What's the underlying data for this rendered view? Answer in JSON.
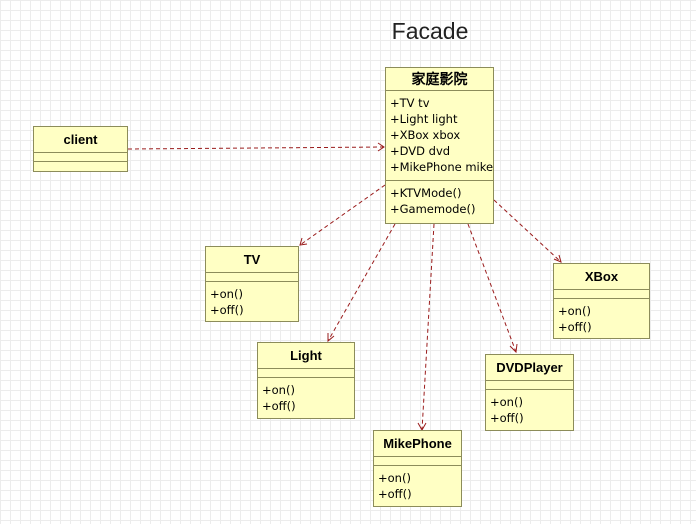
{
  "title": "Facade",
  "facade": {
    "name": "家庭影院",
    "attributes": [
      "+TV tv",
      "+Light light",
      "+XBox xbox",
      "+DVD dvd",
      "+MikePhone mike"
    ],
    "operations": [
      "+KTVMode()",
      "+Gamemode()"
    ]
  },
  "client": {
    "name": "client"
  },
  "tv": {
    "name": "TV",
    "operations": [
      "+on()",
      "+off()"
    ]
  },
  "light": {
    "name": "Light",
    "operations": [
      "+on()",
      "+off()"
    ]
  },
  "mikephone": {
    "name": "MikePhone",
    "operations": [
      "+on()",
      "+off()"
    ]
  },
  "dvdplayer": {
    "name": "DVDPlayer",
    "operations": [
      "+on()",
      "+off()"
    ]
  },
  "xbox": {
    "name": "XBox",
    "operations": [
      "+on()",
      "+off()"
    ]
  },
  "colors": {
    "box_fill": "#ffffc4",
    "box_border": "#8c8c5a",
    "link": "#9a1c1c"
  }
}
